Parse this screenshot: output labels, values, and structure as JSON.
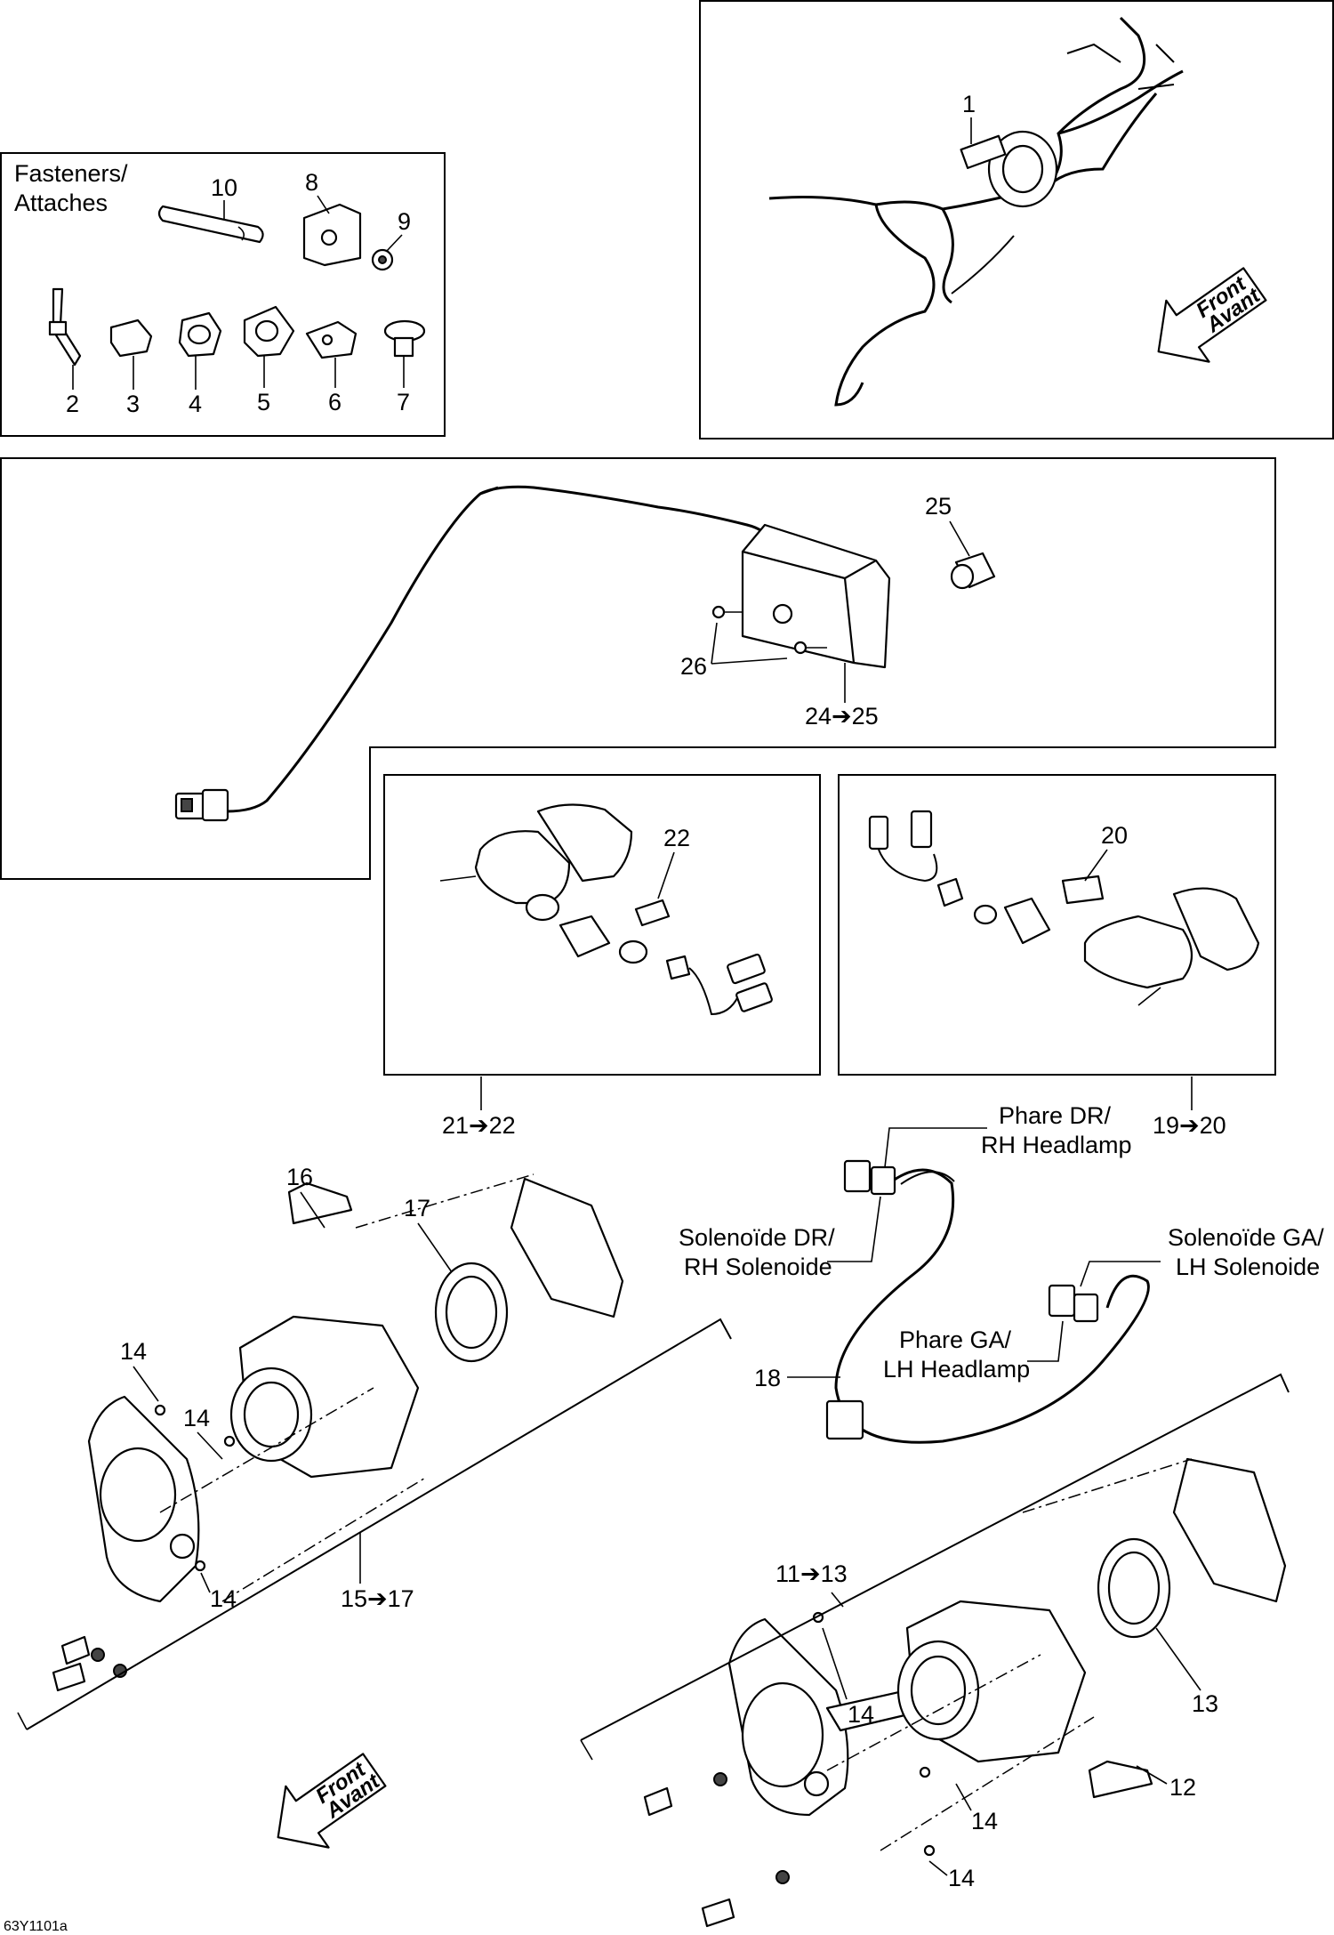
{
  "fasteners_title": [
    "Fasteners/",
    "Attaches"
  ],
  "front_arrow": [
    "Front",
    "Avant"
  ],
  "callouts": {
    "c1": "1",
    "c2": "2",
    "c3": "3",
    "c4": "4",
    "c5": "5",
    "c6": "6",
    "c7": "7",
    "c8": "8",
    "c9": "9",
    "c10": "10",
    "c12": "12",
    "c13": "13",
    "c16": "16",
    "c17": "17",
    "c18": "18",
    "c20": "20",
    "c22": "22",
    "c25": "25",
    "c26": "26",
    "c14": "14",
    "c24_25": "24➔25",
    "c21_22": "21➔22",
    "c19_20": "19➔20",
    "c15_17": "15➔17",
    "c11_13": "11➔13"
  },
  "harness_labels": {
    "rh_headlamp": [
      "Phare DR/",
      "RH Headlamp"
    ],
    "rh_solenoid": [
      "Solenoïde DR/",
      "RH Solenoide"
    ],
    "lh_solenoid": [
      "Solenoïde GA/",
      "LH Solenoide"
    ],
    "lh_headlamp": [
      "Phare GA/",
      "LH Headlamp"
    ]
  },
  "figure_code": "63Y1101a"
}
